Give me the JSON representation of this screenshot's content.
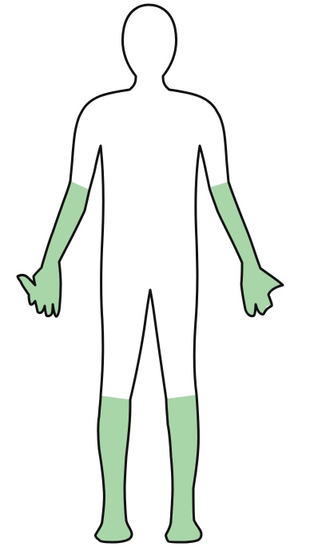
{
  "diagram": {
    "subject": "human-body-front-view",
    "colors": {
      "outline": "#111111",
      "highlight": "#a9d6a9",
      "skin": "#ffffff",
      "background": "#ffffff"
    },
    "highlighted_regions": [
      "left-forearm-and-hand",
      "right-forearm-and-hand",
      "left-lower-leg-and-foot",
      "right-lower-leg-and-foot"
    ]
  }
}
